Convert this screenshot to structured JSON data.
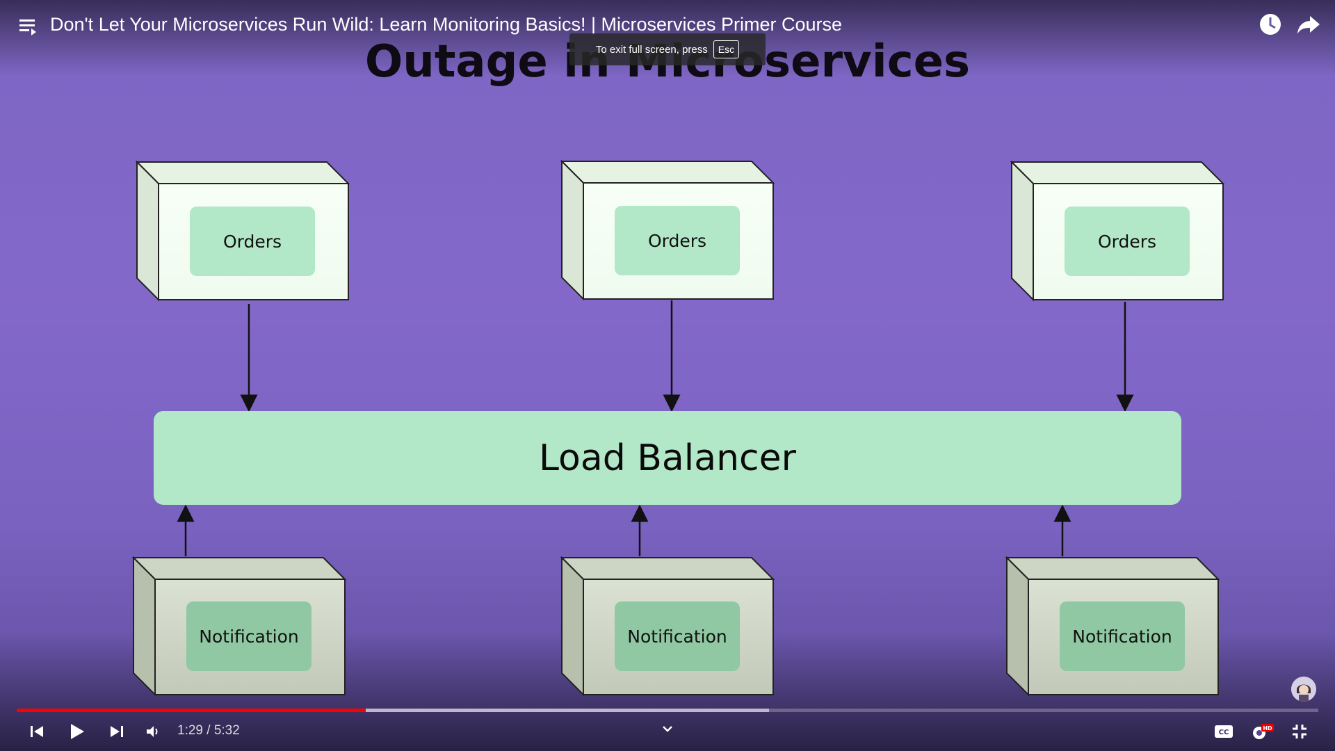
{
  "video": {
    "title": "Don't Let Your Microservices Run Wild: Learn Monitoring Basics! | Microservices Primer Course"
  },
  "fullscreen_hint": {
    "text": "To exit full screen, press",
    "key": "Esc"
  },
  "slide": {
    "title": "Outage in Microservices",
    "load_balancer": "Load Balancer",
    "orders": [
      "Orders",
      "Orders",
      "Orders"
    ],
    "notifications": [
      "Notification",
      "Notification",
      "Notification"
    ]
  },
  "player": {
    "current_time": "1:29",
    "separator": "/",
    "duration": "5:32",
    "played_fraction": 0.268,
    "buffered_fraction": 0.578,
    "quality_badge": "HD"
  },
  "colors": {
    "accent": "#ff0000",
    "lb_fill": "#b2e7c8",
    "box_top": "#f3fff3",
    "box_bottom": "#cfd5c6"
  }
}
